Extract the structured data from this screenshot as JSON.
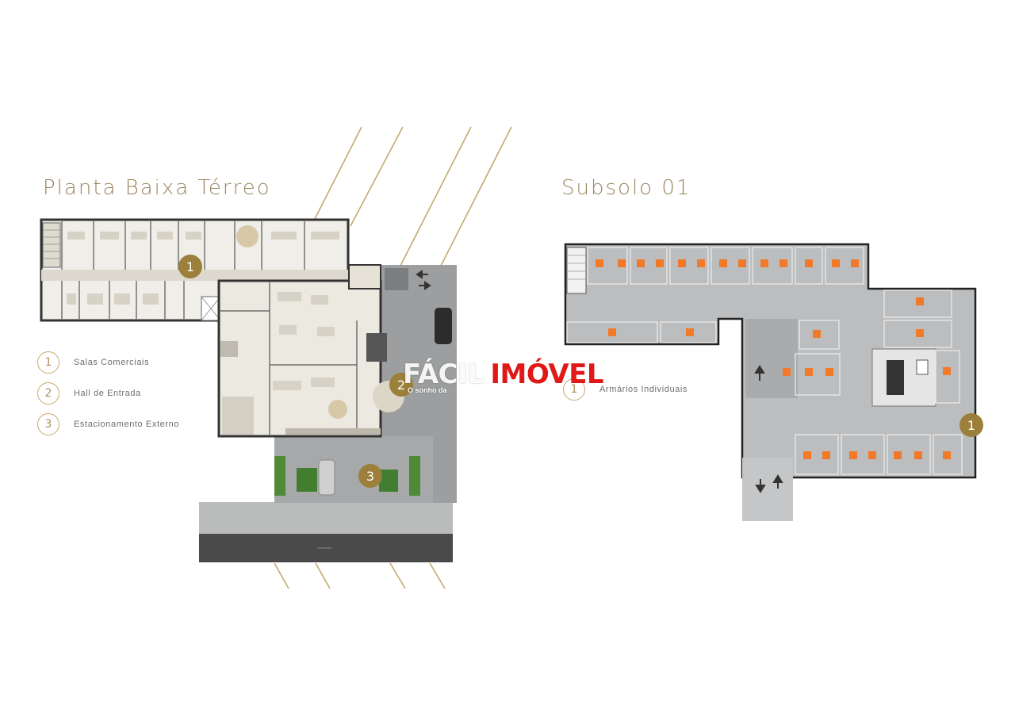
{
  "left_plan": {
    "title": "Planta Baixa Térreo",
    "legend": [
      {
        "number": "1",
        "label": "Salas Comerciais"
      },
      {
        "number": "2",
        "label": "Hall de Entrada"
      },
      {
        "number": "3",
        "label": "Estacionamento Externo"
      }
    ],
    "markers": [
      "1",
      "2",
      "3"
    ]
  },
  "right_plan": {
    "title": "Subsolo 01",
    "legend": [
      {
        "number": "1",
        "label": "Armários Individuais"
      }
    ],
    "markers": [
      "1"
    ]
  },
  "watermark": {
    "brand_part1": "FÁCIL",
    "brand_part2": "IMÓVEL",
    "tagline": "O sonho da"
  },
  "colors": {
    "accent_gold": "#9c7f3a",
    "legend_outline": "#c9a870",
    "parking_orange": "#f07a2a",
    "brand_red": "#e01818"
  }
}
